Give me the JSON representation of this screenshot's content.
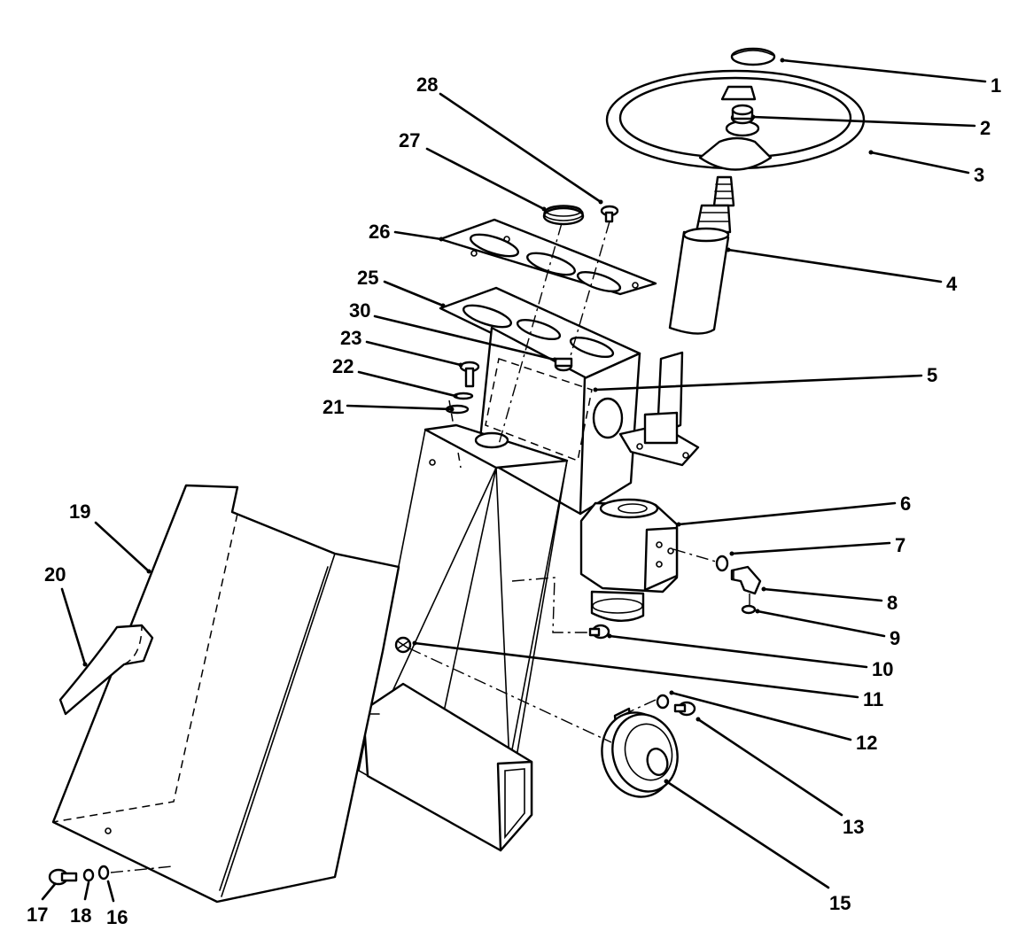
{
  "diagram": {
    "callouts": [
      {
        "id": "1",
        "label": "1"
      },
      {
        "id": "2",
        "label": "2"
      },
      {
        "id": "3",
        "label": "3"
      },
      {
        "id": "4",
        "label": "4"
      },
      {
        "id": "5",
        "label": "5"
      },
      {
        "id": "6",
        "label": "6"
      },
      {
        "id": "7",
        "label": "7"
      },
      {
        "id": "8",
        "label": "8"
      },
      {
        "id": "9",
        "label": "9"
      },
      {
        "id": "10",
        "label": "10"
      },
      {
        "id": "11",
        "label": "11"
      },
      {
        "id": "12",
        "label": "12"
      },
      {
        "id": "13",
        "label": "13"
      },
      {
        "id": "15",
        "label": "15"
      },
      {
        "id": "16",
        "label": "16"
      },
      {
        "id": "17",
        "label": "17"
      },
      {
        "id": "18",
        "label": "18"
      },
      {
        "id": "19",
        "label": "19"
      },
      {
        "id": "20",
        "label": "20"
      },
      {
        "id": "21",
        "label": "21"
      },
      {
        "id": "22",
        "label": "22"
      },
      {
        "id": "23",
        "label": "23"
      },
      {
        "id": "25",
        "label": "25"
      },
      {
        "id": "26",
        "label": "26"
      },
      {
        "id": "27",
        "label": "27"
      },
      {
        "id": "28",
        "label": "28"
      },
      {
        "id": "30",
        "label": "30"
      }
    ]
  }
}
